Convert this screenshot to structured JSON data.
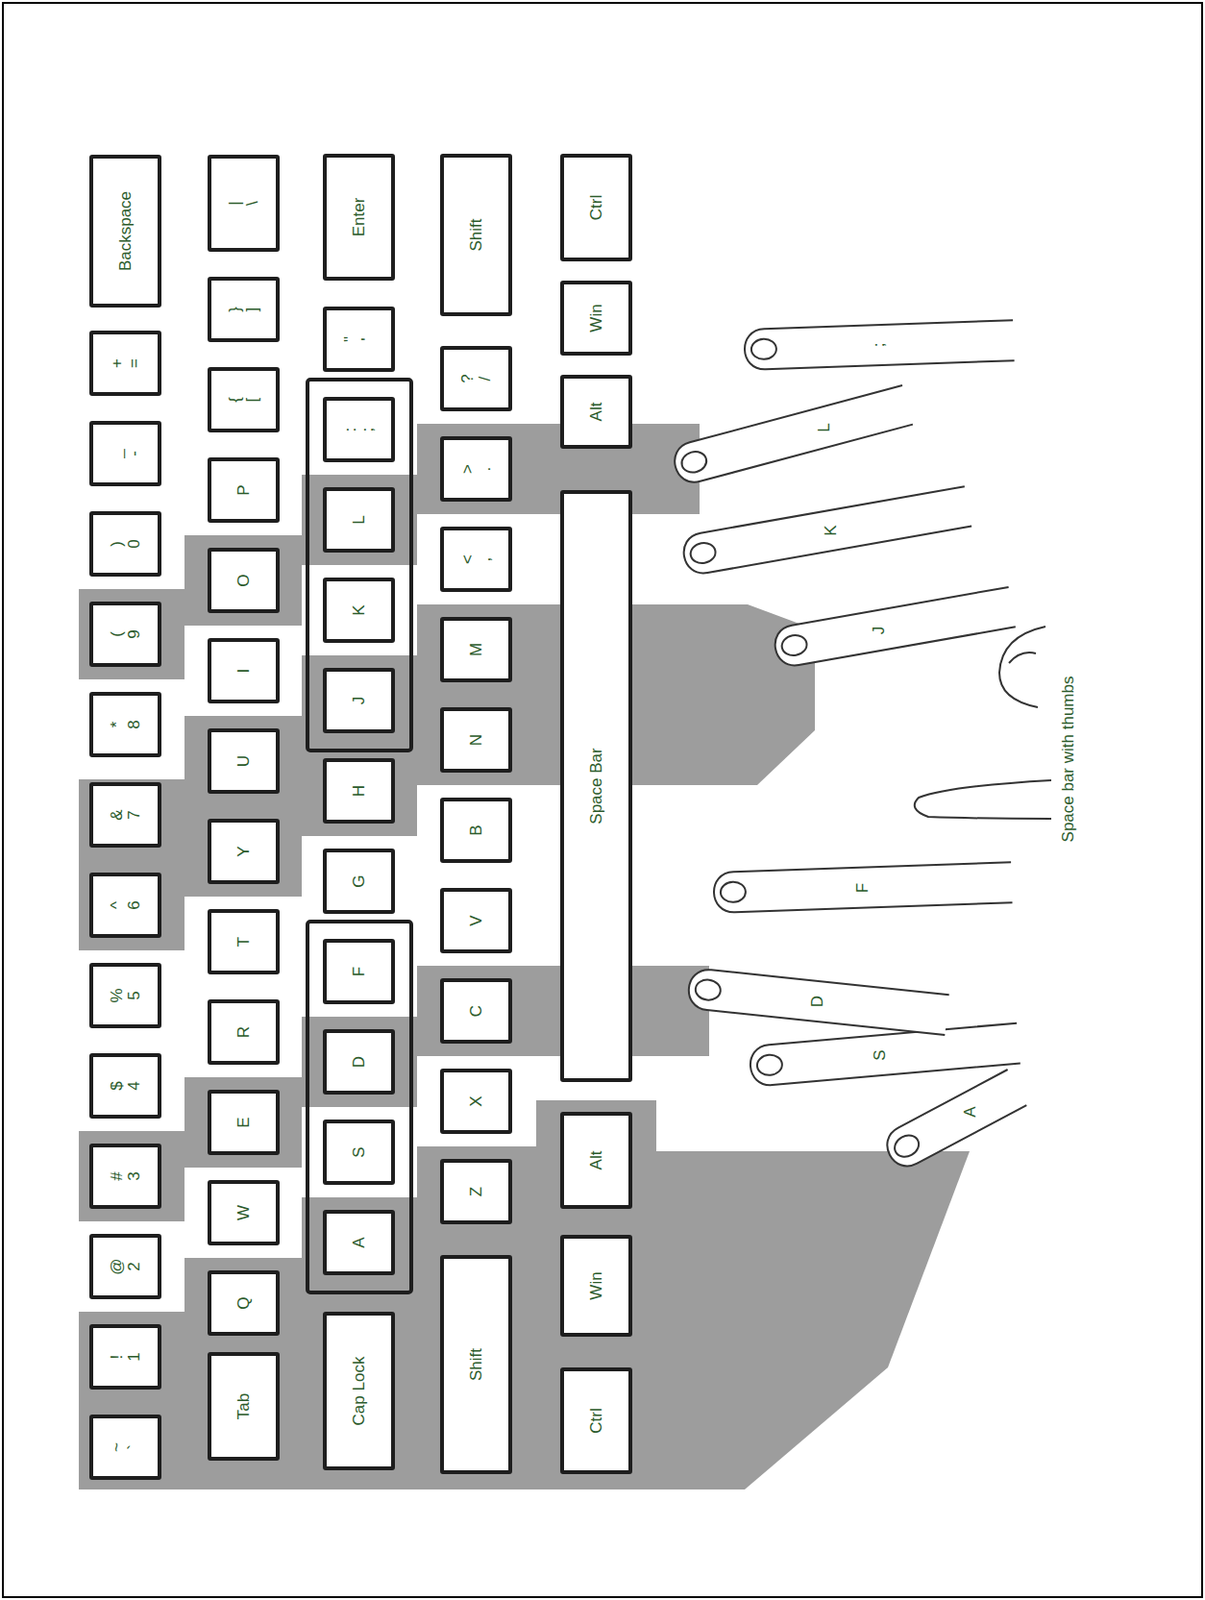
{
  "diagram": {
    "nodes": [
      {
        "text": [
          "~",
          "`"
        ]
      },
      {
        "text": [
          "!",
          "1"
        ]
      },
      {
        "text": [
          "@",
          "2"
        ]
      },
      {
        "text": [
          "#",
          "3"
        ]
      },
      {
        "text": [
          "$",
          "4"
        ]
      },
      {
        "text": [
          "%",
          "5"
        ]
      },
      {
        "text": [
          "^",
          "6"
        ]
      },
      {
        "text": [
          "&",
          "7"
        ]
      },
      {
        "text": [
          "*",
          "8"
        ]
      },
      {
        "text": [
          "(",
          "9"
        ]
      },
      {
        "text": [
          ")",
          "0"
        ]
      },
      {
        "text": [
          "_",
          "-"
        ]
      },
      {
        "text": [
          "+",
          "="
        ]
      },
      {
        "text": [
          "Backspace"
        ]
      },
      {
        "text": [
          "Tab"
        ]
      },
      {
        "text": [
          "Q"
        ]
      },
      {
        "text": [
          "W"
        ]
      },
      {
        "text": [
          "E"
        ]
      },
      {
        "text": [
          "R"
        ]
      },
      {
        "text": [
          "T"
        ]
      },
      {
        "text": [
          "Y"
        ]
      },
      {
        "text": [
          "U"
        ]
      },
      {
        "text": [
          "I"
        ]
      },
      {
        "text": [
          "O"
        ]
      },
      {
        "text": [
          "P"
        ]
      },
      {
        "text": [
          "{",
          "["
        ]
      },
      {
        "text": [
          "}",
          "]"
        ]
      },
      {
        "text": [
          "|",
          "\\"
        ]
      },
      {
        "text": [
          "Cap Lock"
        ]
      },
      {
        "text": [
          "A"
        ]
      },
      {
        "text": [
          "S"
        ]
      },
      {
        "text": [
          "D"
        ]
      },
      {
        "text": [
          "F"
        ]
      },
      {
        "text": [
          "G"
        ]
      },
      {
        "text": [
          "H"
        ]
      },
      {
        "text": [
          "J"
        ]
      },
      {
        "text": [
          "K"
        ]
      },
      {
        "text": [
          "L"
        ]
      },
      {
        "text": [
          ":",
          ";"
        ]
      },
      {
        "text": [
          "\"",
          "'"
        ]
      },
      {
        "text": [
          "Enter"
        ]
      },
      {
        "text": [
          "Shift"
        ]
      },
      {
        "text": [
          "Z"
        ]
      },
      {
        "text": [
          "X"
        ]
      },
      {
        "text": [
          "C"
        ]
      },
      {
        "text": [
          "V"
        ]
      },
      {
        "text": [
          "B"
        ]
      },
      {
        "text": [
          "N"
        ]
      },
      {
        "text": [
          "M"
        ]
      },
      {
        "text": [
          "<",
          ","
        ]
      },
      {
        "text": [
          ">",
          "."
        ]
      },
      {
        "text": [
          "?",
          "/"
        ]
      },
      {
        "text": [
          "Shift"
        ]
      },
      {
        "text": [
          "Ctrl"
        ]
      },
      {
        "text": [
          "Win"
        ]
      },
      {
        "text": [
          "Alt"
        ]
      },
      {
        "text": [
          "Space Bar"
        ]
      },
      {
        "text": [
          "Alt"
        ]
      },
      {
        "text": [
          "Win"
        ]
      },
      {
        "text": [
          "Ctrl"
        ]
      }
    ],
    "labels": [
      "A",
      "S",
      "D",
      "F",
      "J",
      "K",
      "L",
      ";",
      "Space bar with thumbs"
    ]
  }
}
